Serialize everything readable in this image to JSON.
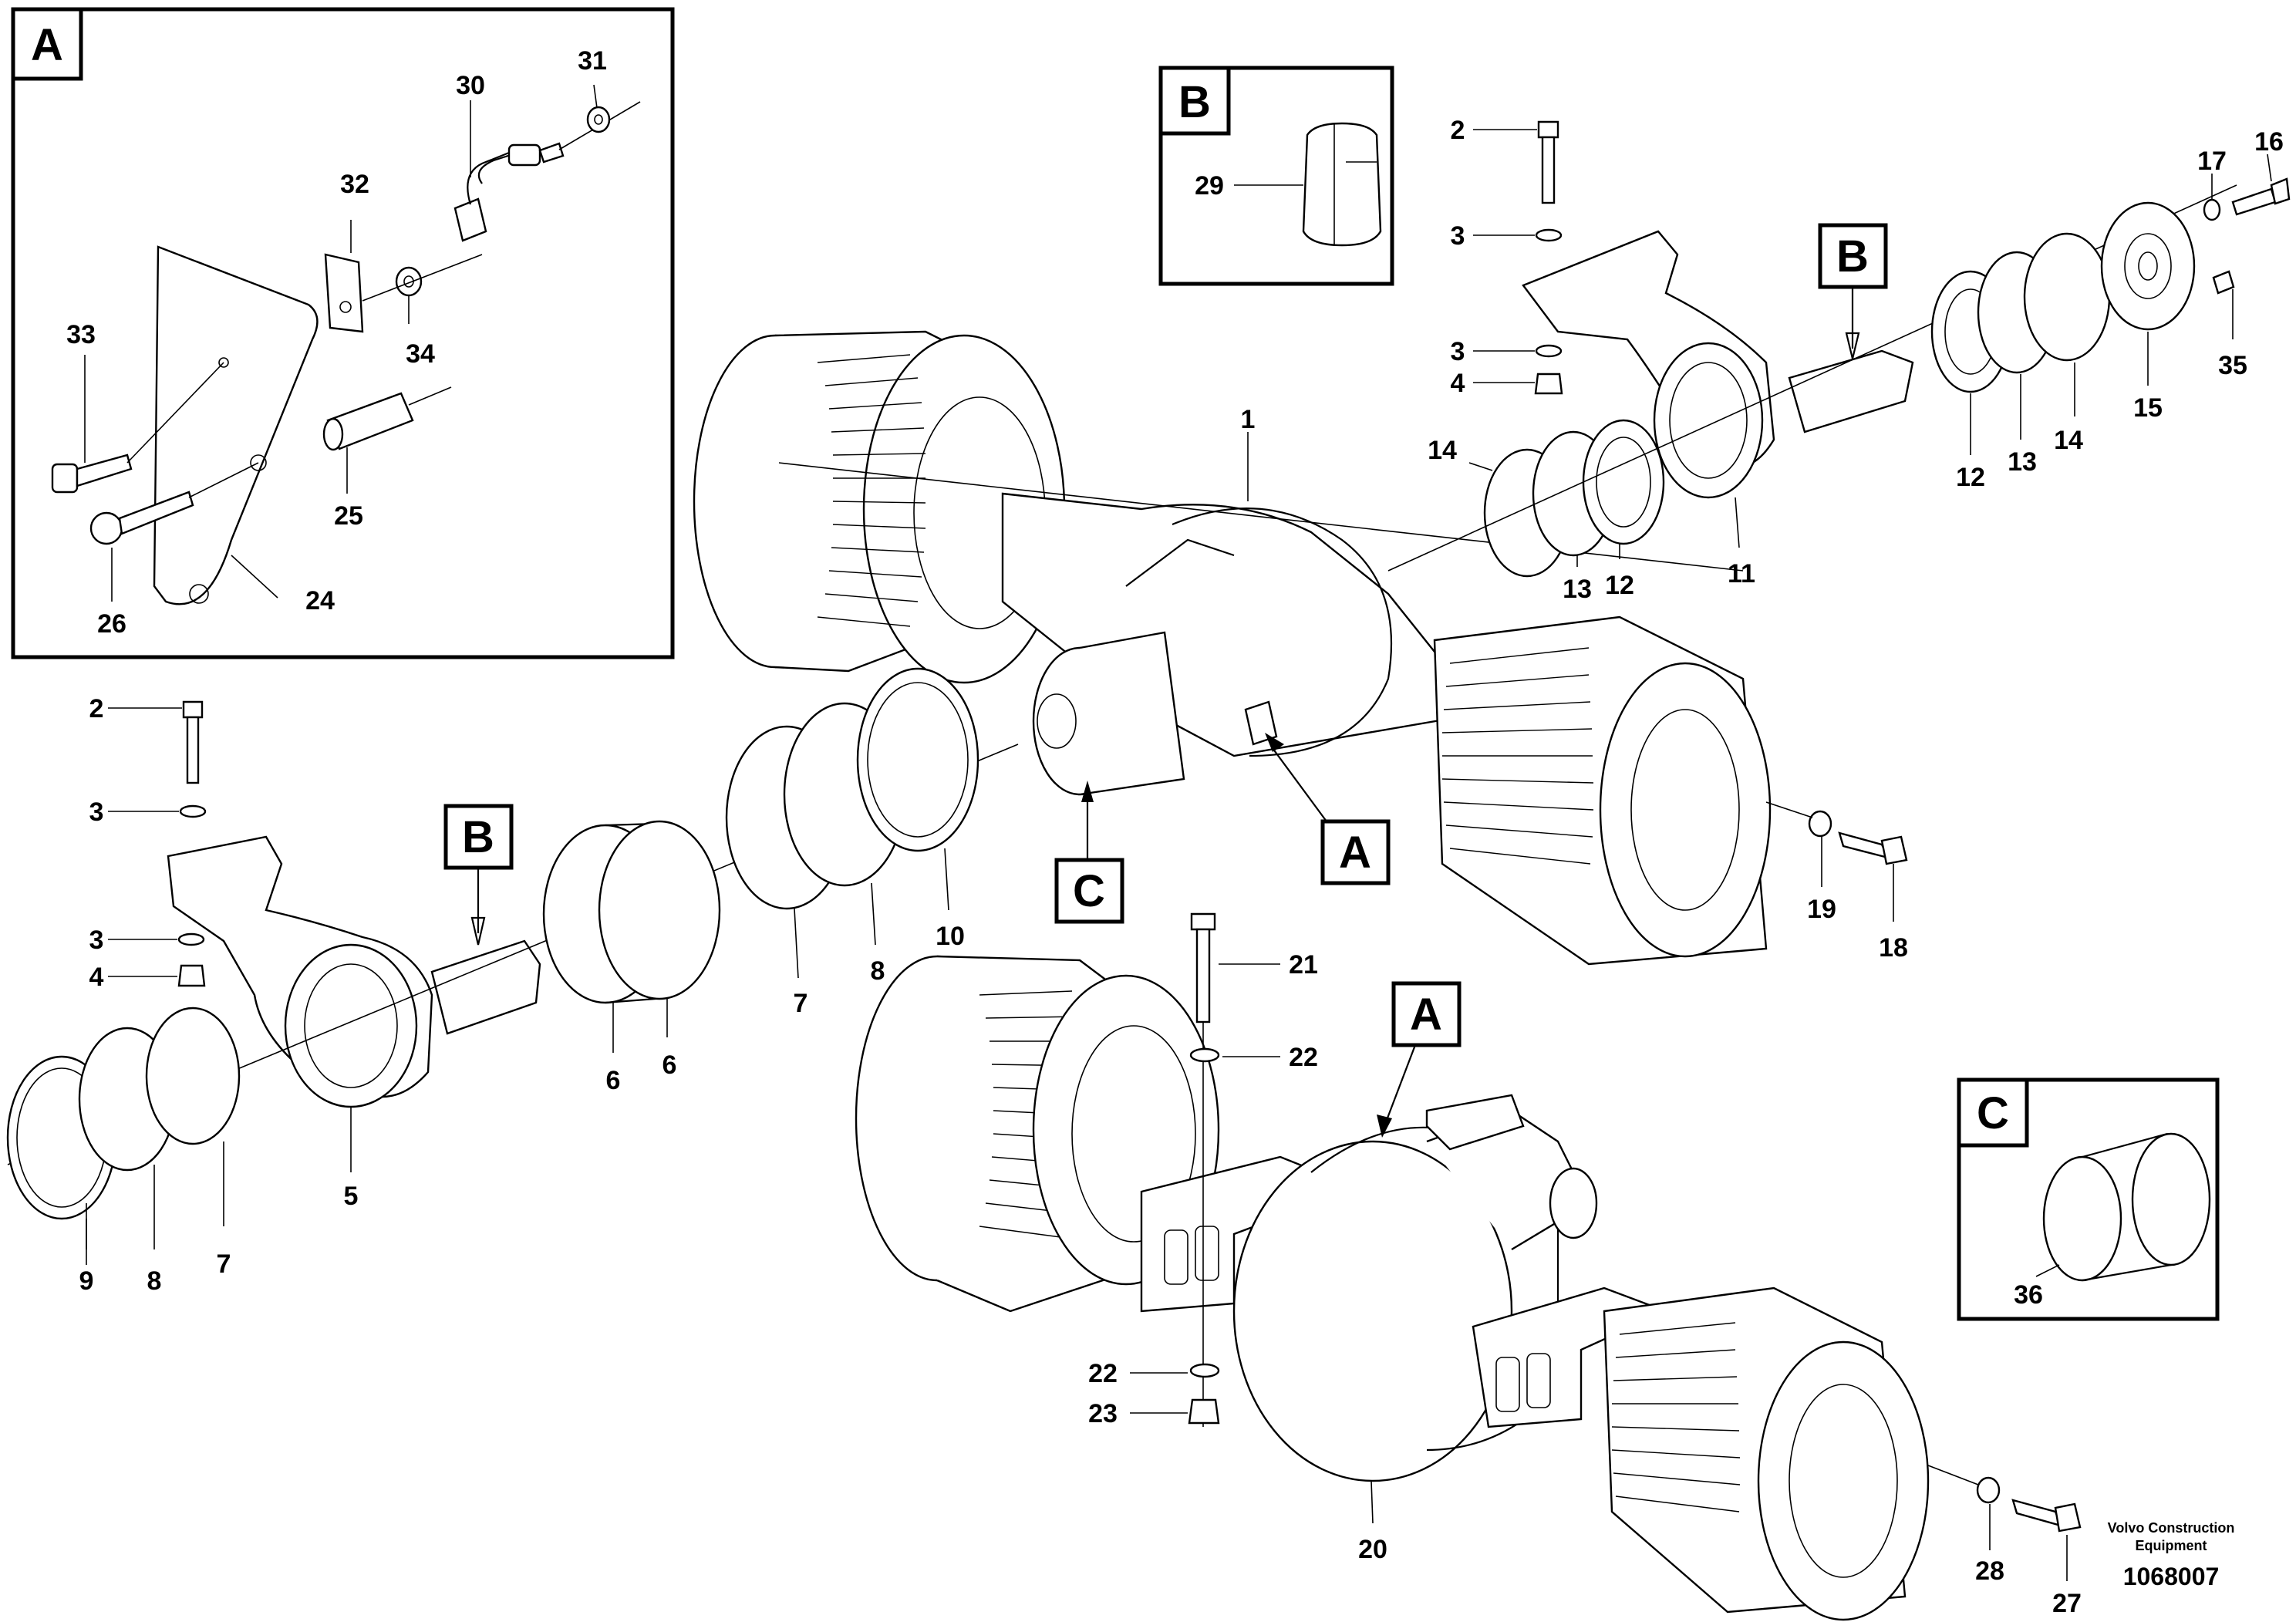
{
  "callouts": {
    "c1": "1",
    "c2a": "2",
    "c2b": "2",
    "c3a": "3",
    "c3b": "3",
    "c3c": "3",
    "c3d": "3",
    "c4a": "4",
    "c4b": "4",
    "c5": "5",
    "c6a": "6",
    "c6b": "6",
    "c7a": "7",
    "c7b": "7",
    "c8a": "8",
    "c8b": "8",
    "c9": "9",
    "c10": "10",
    "c11": "11",
    "c12a": "12",
    "c12b": "12",
    "c13a": "13",
    "c13b": "13",
    "c14a": "14",
    "c14b": "14",
    "c15": "15",
    "c16": "16",
    "c17": "17",
    "c18": "18",
    "c19": "19",
    "c20": "20",
    "c21": "21",
    "c22a": "22",
    "c22b": "22",
    "c23": "23",
    "c24": "24",
    "c25": "25",
    "c26": "26",
    "c27": "27",
    "c28": "28",
    "c29": "29",
    "c30": "30",
    "c31": "31",
    "c32": "32",
    "c33": "33",
    "c34": "34",
    "c35": "35",
    "c36": "36"
  },
  "detail_boxes": {
    "a_inset": "A",
    "b_inset": "B",
    "c_inset": "C",
    "b_ref_left": "B",
    "b_ref_right": "B",
    "c_ref": "C",
    "a_ref_top": "A",
    "a_ref_bottom": "A"
  },
  "footer": {
    "brand_line1": "Volvo Construction",
    "brand_line2": "Equipment",
    "doc_number": "1068007"
  }
}
